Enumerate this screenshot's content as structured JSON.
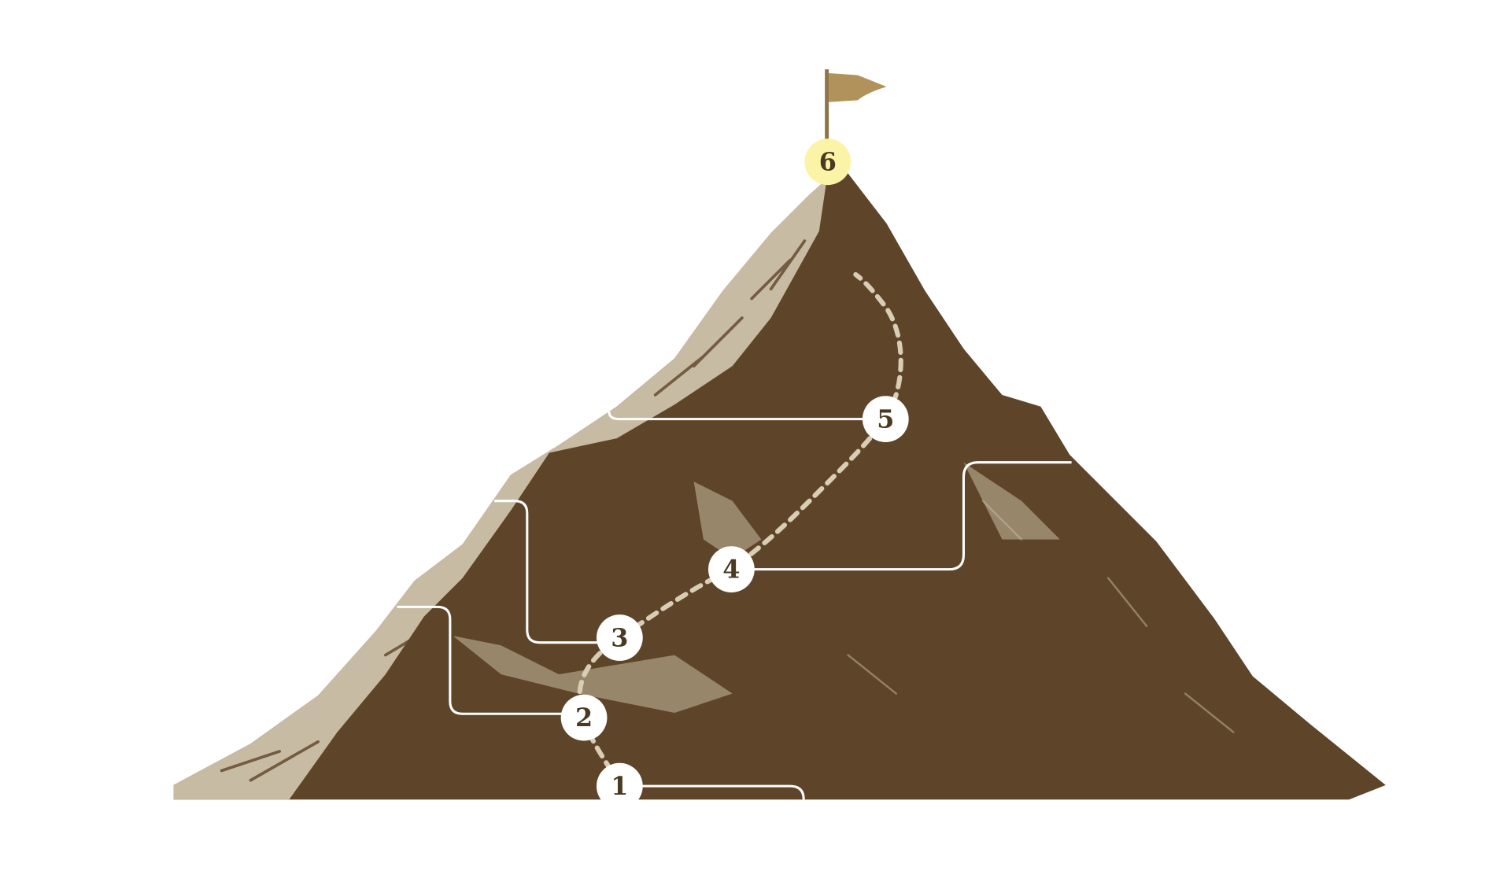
{
  "steps": [
    {
      "label": "1"
    },
    {
      "label": "2"
    },
    {
      "label": "3"
    },
    {
      "label": "4"
    },
    {
      "label": "5"
    },
    {
      "label": "6"
    }
  ],
  "colors": {
    "mountain_dark": "#5e4529",
    "mountain_light": "#c8bba3",
    "flag": "#b0925a",
    "summit_marker": "#fbf3a6",
    "marker": "#ffffff",
    "connector": "#ffffff"
  }
}
